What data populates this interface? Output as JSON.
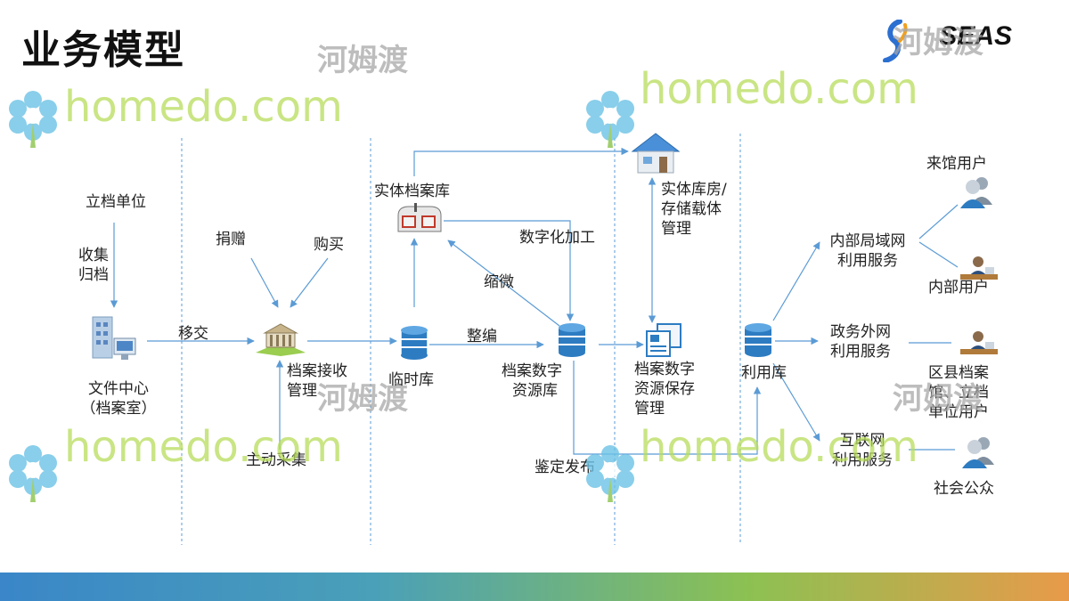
{
  "title": "业务模型",
  "brand": "SEAS",
  "watermark": {
    "text": "homedo.com",
    "text_cn": "河姆渡",
    "color": "#b7dd5c"
  },
  "footer_gradient": [
    "#3a86c8",
    "#4aa0b8",
    "#8cc152",
    "#e89a4a"
  ],
  "nodes": {
    "filing_unit": "立档单位",
    "collect_archive": [
      "收集",
      "归档"
    ],
    "doc_center": [
      "文件中心",
      "（档案室）"
    ],
    "transfer": "移交",
    "donation": "捐赠",
    "purchase": "购买",
    "archive_receive": [
      "档案接收",
      "管理"
    ],
    "active_collect": "主动采集",
    "physical_archive": "实体档案库",
    "temp_repo": "临时库",
    "organize": "整编",
    "digitize": "数字化加工",
    "microfilm": "缩微",
    "digital_resource": [
      "档案数字",
      "资源库"
    ],
    "appraise_publish": "鉴定发布",
    "physical_storage": [
      "实体库房/",
      "存储载体",
      "管理"
    ],
    "digital_preserve": [
      "档案数字",
      "资源保存",
      "管理"
    ],
    "use_repo": "利用库",
    "intranet_service": [
      "内部局域网",
      "利用服务"
    ],
    "gov_extranet_service": [
      "政务外网",
      "利用服务"
    ],
    "internet_service": [
      "互联网",
      "利用服务"
    ],
    "visitor_users": "来馆用户",
    "internal_users": "内部用户",
    "district_users": [
      "区县档案",
      "馆、立档",
      "单位用户"
    ],
    "public": "社会公众"
  },
  "icons": {
    "building": "office-building-icon",
    "archive_receive": "bank-building-icon",
    "physical_archive": "mailbox-archive-icon",
    "database": "database-icon",
    "house": "house-icon",
    "documents": "documents-icon",
    "users": "users-icon",
    "operator": "desk-operator-icon"
  }
}
